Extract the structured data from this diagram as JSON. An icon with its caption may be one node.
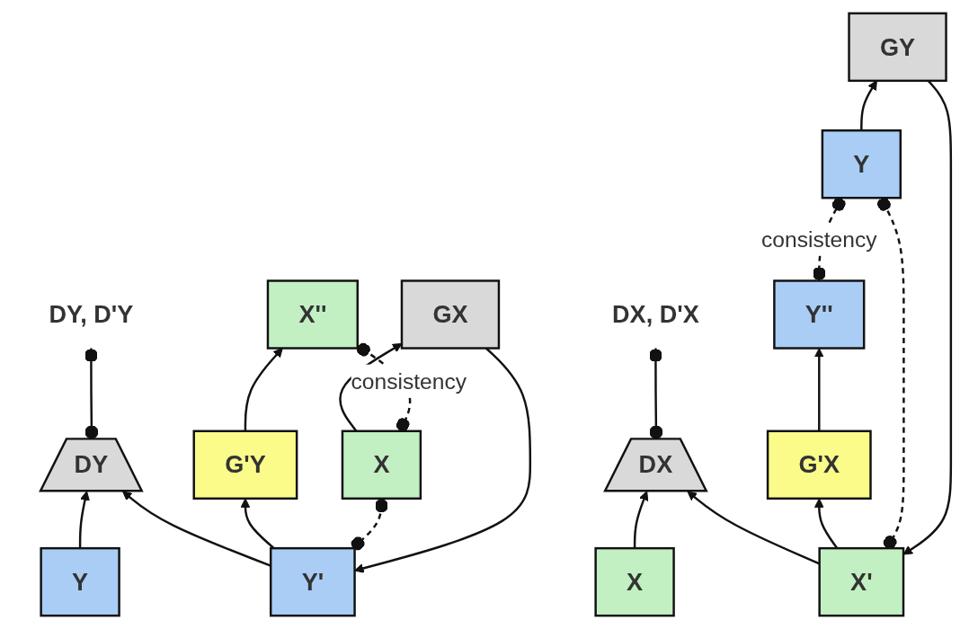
{
  "diagram": {
    "nodes": [
      {
        "text": [
          "DY, D'Y"
        ]
      },
      {
        "text": [
          "DY"
        ]
      },
      {
        "text": [
          "Y'"
        ]
      },
      {
        "text": [
          "Y"
        ]
      },
      {
        "text": [
          "GX"
        ]
      },
      {
        "text": [
          "G'Y"
        ]
      },
      {
        "text": [
          "X"
        ]
      },
      {
        "text": [
          "X''"
        ]
      },
      {
        "text": [
          "DX, D'X"
        ]
      },
      {
        "text": [
          "DX"
        ]
      },
      {
        "text": [
          "X"
        ]
      },
      {
        "text": [
          "X'"
        ]
      },
      {
        "text": [
          "G'X"
        ]
      },
      {
        "text": [
          "GY"
        ]
      },
      {
        "text": [
          "Y''"
        ]
      },
      {
        "text": [
          "Y"
        ]
      }
    ],
    "edges": [
      {
        "from": 1,
        "to": 0,
        "arrow": "other"
      },
      {
        "from": 2,
        "to": 1,
        "arrow": "to"
      },
      {
        "from": 3,
        "to": 1,
        "arrow": "to"
      },
      {
        "from": 6,
        "to": 4,
        "arrow": "to"
      },
      {
        "from": 4,
        "to": 2,
        "arrow": "to"
      },
      {
        "from": 2,
        "to": 5,
        "arrow": "to"
      },
      {
        "from": 5,
        "to": 7,
        "arrow": "to"
      },
      {
        "from": 2,
        "to": 6,
        "arrow": "other",
        "style": "dashed"
      },
      {
        "from": 6,
        "to": 7,
        "arrow": "other",
        "style": "dashed",
        "label": "consistency"
      },
      {
        "from": 9,
        "to": 8,
        "arrow": "other"
      },
      {
        "from": 10,
        "to": 9,
        "arrow": "to"
      },
      {
        "from": 11,
        "to": 9,
        "arrow": "to"
      },
      {
        "from": 15,
        "to": 13,
        "arrow": "to"
      },
      {
        "from": 13,
        "to": 11,
        "arrow": "to"
      },
      {
        "from": 11,
        "to": 12,
        "arrow": "to"
      },
      {
        "from": 12,
        "to": 14,
        "arrow": "to"
      },
      {
        "from": 11,
        "to": 15,
        "arrow": "other",
        "style": "dashed"
      },
      {
        "from": 14,
        "to": 15,
        "arrow": "other",
        "style": "dashed",
        "label": "consistency"
      }
    ]
  }
}
